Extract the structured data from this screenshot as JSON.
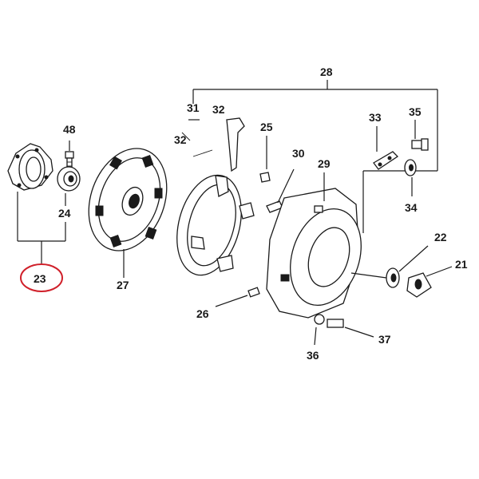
{
  "labels": {
    "l48": "48",
    "l24": "24",
    "l23": "23",
    "l27": "27",
    "l31": "31",
    "l32a": "32",
    "l32b": "32",
    "l25": "25",
    "l28": "28",
    "l33": "33",
    "l35": "35",
    "l34": "34",
    "l30": "30",
    "l29": "29",
    "l22": "22",
    "l21": "21",
    "l26": "26",
    "l36": "36",
    "l37": "37"
  },
  "colors": {
    "line": "#1a1a1a",
    "highlight": "#d0202a",
    "background": "#ffffff"
  }
}
